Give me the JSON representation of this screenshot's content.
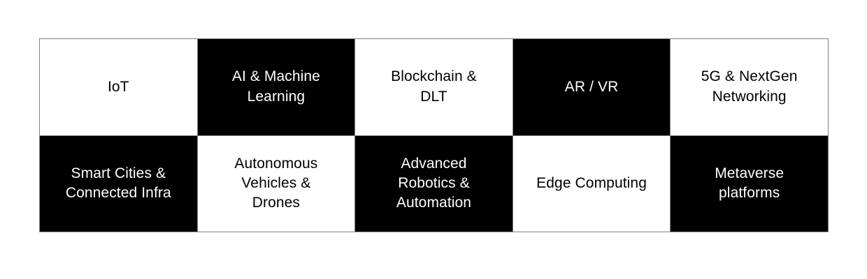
{
  "page": {
    "background_color": "#ffffff",
    "grid_line_color": "#808080"
  },
  "grid": {
    "name": "emerging-technology-grid",
    "columns": 5,
    "rows": 2,
    "dark_color": "#000000",
    "light_color": "#ffffff",
    "cells": [
      {
        "label": "IoT",
        "style": "light",
        "row": 0,
        "col": 0
      },
      {
        "label": "AI & Machine\nLearning",
        "style": "dark",
        "row": 0,
        "col": 1
      },
      {
        "label": "Blockchain &\nDLT",
        "style": "light",
        "row": 0,
        "col": 2
      },
      {
        "label": "AR / VR",
        "style": "dark",
        "row": 0,
        "col": 3
      },
      {
        "label": "5G & NextGen\nNetworking",
        "style": "light",
        "row": 0,
        "col": 4
      },
      {
        "label": "Smart Cities &\nConnected Infra",
        "style": "dark",
        "row": 1,
        "col": 0
      },
      {
        "label": "Autonomous\nVehicles &\nDrones",
        "style": "light",
        "row": 1,
        "col": 1
      },
      {
        "label": "Advanced\nRobotics &\nAutomation",
        "style": "dark",
        "row": 1,
        "col": 2
      },
      {
        "label": "Edge Computing",
        "style": "light",
        "row": 1,
        "col": 3
      },
      {
        "label": "Metaverse\nplatforms",
        "style": "dark",
        "row": 1,
        "col": 4
      }
    ]
  }
}
